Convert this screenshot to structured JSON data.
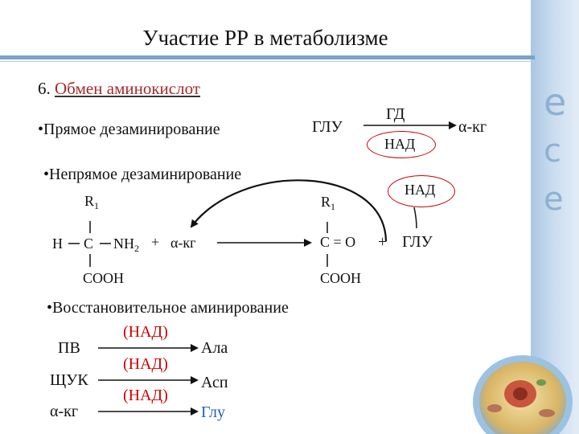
{
  "slide": {
    "title": "Участие РР в метаболизме",
    "section_number": "6.",
    "section_title": "Обмен аминокислот",
    "direct": {
      "bullet": "•Прямое дезаминирование",
      "substrate": "ГЛУ",
      "enzyme": "ГД",
      "cofactor": "НАД",
      "product": "α-кг"
    },
    "indirect": {
      "bullet": "•Непрямое дезаминирование",
      "left": {
        "r": "R",
        "r_sub": "1",
        "h": "H",
        "c": "C",
        "nh": "NH",
        "nh_sub": "2",
        "plus": "+",
        "ketoglutarate": "α-кг",
        "cooh": "COOH"
      },
      "right": {
        "r": "R",
        "r_sub": "1",
        "c_eq_o": "C = O",
        "plus": "+",
        "glu": "ГЛУ",
        "cooh": "COOH"
      },
      "cofactor": "НАД"
    },
    "reductive": {
      "bullet": "•Восстановительное аминирование",
      "substrates": [
        "ПВ",
        "ЩУК",
        "α-кг"
      ],
      "cofactors": [
        "(НАД)",
        "(НАД)",
        "(НАД)"
      ],
      "products": [
        "Ала",
        "Асп",
        "Глу"
      ]
    }
  },
  "colors": {
    "accent_red": "#cc0000",
    "accent_blue": "#1f5fbf",
    "rule_blue": "#7aa4c9"
  }
}
